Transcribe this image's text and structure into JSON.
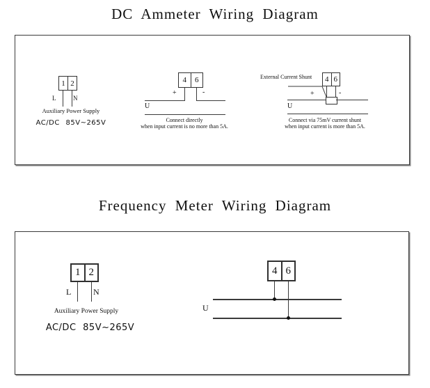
{
  "page": {
    "bg": "#ffffff",
    "line_color": "#3a3a3a",
    "text_color": "#101010"
  },
  "dc_ammeter": {
    "title": "DC Ammeter Wiring Diagram",
    "power": {
      "terminals": [
        "1",
        "2"
      ],
      "wire_labels": [
        "L",
        "N"
      ],
      "caption": "Auxiliary Power Supply",
      "rating": "AC/DC 85V~265V"
    },
    "direct": {
      "terminals": [
        "4",
        "6"
      ],
      "plus": "+",
      "minus": "-",
      "u_label": "U",
      "caption_line1": "Connect directly",
      "caption_line2": "when input current is no more than 5A."
    },
    "shunt": {
      "terminals": [
        "4",
        "6"
      ],
      "shunt_label": "External Current Shunt",
      "plus": "+",
      "minus": "-",
      "u_label": "U",
      "caption_line1": "Connect via 75mV current shunt",
      "caption_line2": "when input current is more than 5A."
    }
  },
  "frequency_meter": {
    "title": "Frequency Meter Wiring Diagram",
    "power": {
      "terminals": [
        "1",
        "2"
      ],
      "wire_labels": [
        "L",
        "N"
      ],
      "caption": "Auxiliary Power Supply",
      "rating": "AC/DC 85V~265V"
    },
    "input": {
      "terminals": [
        "4",
        "6"
      ],
      "u_label": "U"
    }
  }
}
